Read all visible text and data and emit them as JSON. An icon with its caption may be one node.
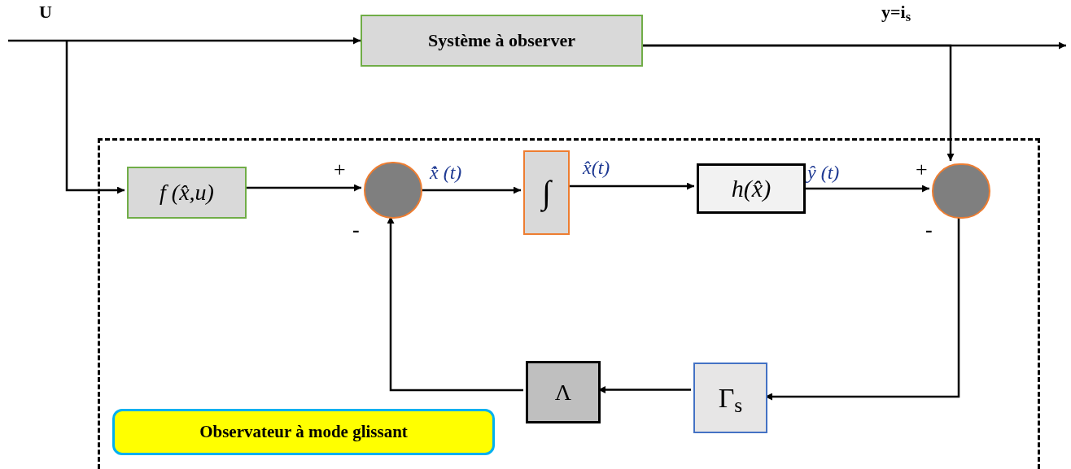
{
  "diagram": {
    "nodes": [
      {
        "text": [],
        "shape": "box"
      },
      {
        "text": [
          "Système à observer"
        ]
      },
      {
        "text": [
          "f (x̂,u)"
        ],
        "in": 0
      },
      {
        "text": [],
        "shape": "circle",
        "in": 0
      },
      {
        "text": [
          "∫"
        ],
        "in": 0
      },
      {
        "text": [
          "h(x̂)"
        ],
        "in": 0
      },
      {
        "text": [],
        "shape": "circle",
        "in": 0
      },
      {
        "text": [
          "Λ"
        ],
        "in": 0
      },
      {
        "text": [
          "Γ$_{s}$"
        ],
        "in": 0
      },
      {
        "text": [
          "Observateur à mode glissant"
        ],
        "in": 0
      }
    ],
    "edges": [
      {
        "from": null,
        "to": 1,
        "arrow": "to"
      },
      {
        "from": null,
        "to": 2,
        "arrow": "to"
      },
      {
        "from": 1,
        "to": null,
        "arrow": "to"
      },
      {
        "from": 1,
        "to": 6,
        "arrow": "to"
      },
      {
        "from": 2,
        "to": 3,
        "arrow": "to"
      },
      {
        "from": 3,
        "to": 4,
        "arrow": "to",
        "label": "x̂̇ (t)"
      },
      {
        "from": 4,
        "to": 5,
        "arrow": "to",
        "label": "x̂(t)"
      },
      {
        "from": 5,
        "to": 6,
        "arrow": "to",
        "label": "ŷ (t)"
      },
      {
        "from": 6,
        "to": 8,
        "arrow": "to"
      },
      {
        "from": 8,
        "to": 7,
        "arrow": "to"
      },
      {
        "from": 7,
        "to": 3,
        "arrow": "to"
      }
    ],
    "labels": [
      "U",
      "y=i$_{s}$",
      "+",
      "-",
      "+",
      "-"
    ]
  }
}
